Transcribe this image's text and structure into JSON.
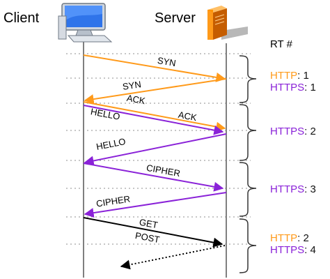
{
  "header": {
    "client": "Client",
    "server": "Server",
    "rt_label": "RT #"
  },
  "colors": {
    "http": "#ff9a1a",
    "https": "#8a22d8",
    "plain": "#000000",
    "lifeline": "#7f7f7f"
  },
  "icons": {
    "client": "desktop-computer-icon",
    "server": "server-tower-icon"
  },
  "messages": [
    {
      "label": "SYN",
      "protocol": "http"
    },
    {
      "label": "SYN",
      "protocol": "http"
    },
    {
      "label": "ACK",
      "protocol": "http"
    },
    {
      "label": "HELLO",
      "protocol": "https"
    },
    {
      "label": "ACK",
      "protocol": "http"
    },
    {
      "label": "HELLO",
      "protocol": "https"
    },
    {
      "label": "CIPHER",
      "protocol": "https"
    },
    {
      "label": "CIPHER",
      "protocol": "https"
    },
    {
      "label": "GET",
      "protocol": "plain"
    },
    {
      "label": "POST",
      "protocol": "plain"
    }
  ],
  "round_trips": [
    {
      "lines": [
        {
          "proto": "HTTP",
          "value": "1"
        },
        {
          "proto": "HTTPS",
          "value": "1"
        }
      ]
    },
    {
      "lines": [
        {
          "proto": "HTTPS",
          "value": "2"
        }
      ]
    },
    {
      "lines": [
        {
          "proto": "HTTPS",
          "value": "3"
        }
      ]
    },
    {
      "lines": [
        {
          "proto": "HTTP",
          "value": "2"
        },
        {
          "proto": "HTTPS",
          "value": "4"
        }
      ]
    }
  ]
}
